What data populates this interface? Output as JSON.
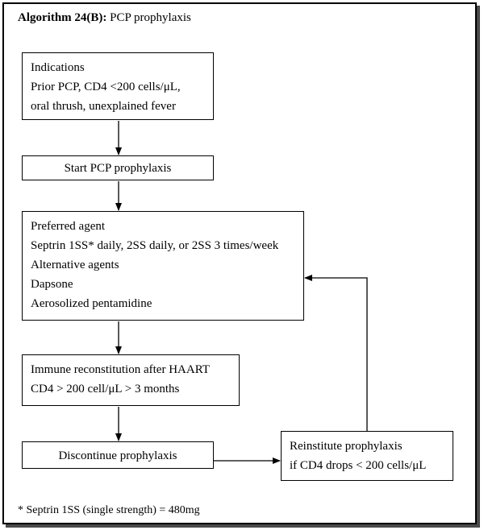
{
  "title": {
    "bold": "Algorithm 24(B):",
    "text": " PCP prophylaxis"
  },
  "boxes": {
    "indications": [
      "Indications",
      "Prior PCP, CD4 <200 cells/μL,",
      "oral thrush, unexplained fever"
    ],
    "start": "Start PCP prophylaxis",
    "agents": [
      "Preferred agent",
      "Septrin 1SS* daily, 2SS daily, or 2SS 3 times/week",
      "Alternative agents",
      "Dapsone",
      "Aerosolized pentamidine"
    ],
    "immune": [
      "Immune reconstitution after HAART",
      "CD4 > 200 cell/μL > 3 months"
    ],
    "discontinue": "Discontinue prophylaxis",
    "reinstitute": [
      "Reinstitute prophylaxis",
      "if CD4 drops < 200 cells/μL"
    ]
  },
  "footnote": "* Septrin 1SS (single strength) = 480mg"
}
